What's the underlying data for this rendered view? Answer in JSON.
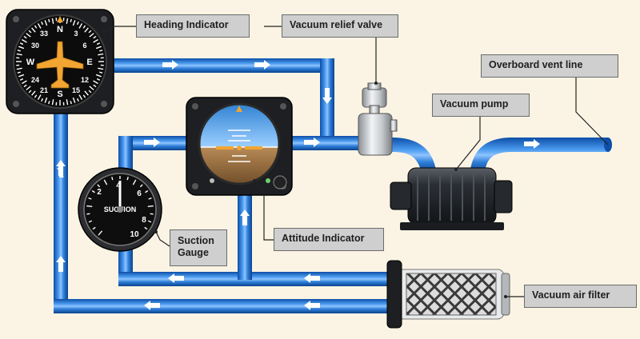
{
  "labels": {
    "heading_indicator": "Heading Indicator",
    "vacuum_relief_valve": "Vacuum relief valve",
    "overboard_vent_line": "Overboard vent line",
    "vacuum_pump": "Vacuum pump",
    "attitude_indicator": "Attitude Indicator",
    "suction_gauge_line1": "Suction",
    "suction_gauge_line2": "Gauge",
    "vacuum_air_filter": "Vacuum air filter"
  },
  "suction_gauge": {
    "face_text": "SUCTION",
    "scale": [
      "2",
      "4",
      "6",
      "8",
      "10"
    ]
  },
  "heading_indicator": {
    "cardinals": [
      "N",
      "E",
      "S",
      "W"
    ],
    "numerals": [
      "33",
      "3",
      "6",
      "12",
      "15",
      "21",
      "24",
      "30"
    ]
  },
  "colors": {
    "background": "#fbf4e4",
    "tube": "#1c6fd1",
    "tube_light": "#8fc3ff",
    "label_fill": "#cfcfcf",
    "instrument_dark": "#1a1a1a"
  }
}
